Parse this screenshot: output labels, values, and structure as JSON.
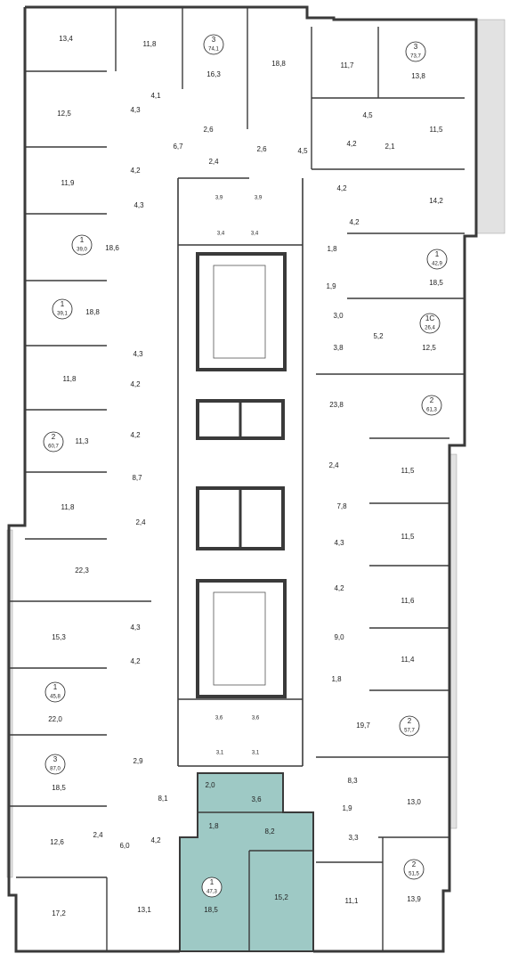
{
  "colors": {
    "wall": "#3a3a3a",
    "highlight": "#9ec9c5",
    "window_hatch": "#cfcfcf"
  },
  "apartments": [
    {
      "rooms": "3",
      "total": "74,1"
    },
    {
      "rooms": "3",
      "total": "73,7"
    },
    {
      "rooms": "1",
      "total": "39,0"
    },
    {
      "rooms": "1",
      "total": "42,9"
    },
    {
      "rooms": "1",
      "total": "39,1"
    },
    {
      "rooms": "1С",
      "total": "26,4"
    },
    {
      "rooms": "2",
      "total": "61,3"
    },
    {
      "rooms": "2",
      "total": "60,7"
    },
    {
      "rooms": "1",
      "total": "45,8"
    },
    {
      "rooms": "2",
      "total": "57,7"
    },
    {
      "rooms": "3",
      "total": "87,0"
    },
    {
      "rooms": "2",
      "total": "51,5"
    },
    {
      "rooms": "1",
      "total": "47,3"
    }
  ],
  "areas": [
    "13,4",
    "11,8",
    "16,3",
    "18,8",
    "11,7",
    "13,8",
    "4,1",
    "12,5",
    "4,3",
    "4,2",
    "6,7",
    "2,6",
    "2,4",
    "2,6",
    "4,5",
    "4,5",
    "4,2",
    "2,1",
    "11,5",
    "11,9",
    "4,3",
    "3,9",
    "3,9",
    "3,4",
    "3,4",
    "4,2",
    "4,2",
    "14,2",
    "18,6",
    "1,8",
    "18,5",
    "18,8",
    "1,9",
    "3,0",
    "5,2",
    "3,8",
    "12,5",
    "4,3",
    "11,8",
    "4,2",
    "23,8",
    "11,3",
    "4,2",
    "8,7",
    "2,4",
    "11,5",
    "11,8",
    "2,4",
    "7,8",
    "22,3",
    "11,5",
    "4,3",
    "4,2",
    "11,6",
    "15,3",
    "4,3",
    "4,2",
    "9,0",
    "11,4",
    "1,8",
    "22,0",
    "3,6",
    "3,6",
    "19,7",
    "3,1",
    "3,1",
    "2,9",
    "18,5",
    "8,1",
    "2,0",
    "3,6",
    "8,3",
    "13,0",
    "1,9",
    "12,6",
    "2,4",
    "6,0",
    "4,2",
    "1,8",
    "8,2",
    "3,3",
    "15,2",
    "17,2",
    "13,1",
    "18,5",
    "11,1",
    "13,9"
  ]
}
